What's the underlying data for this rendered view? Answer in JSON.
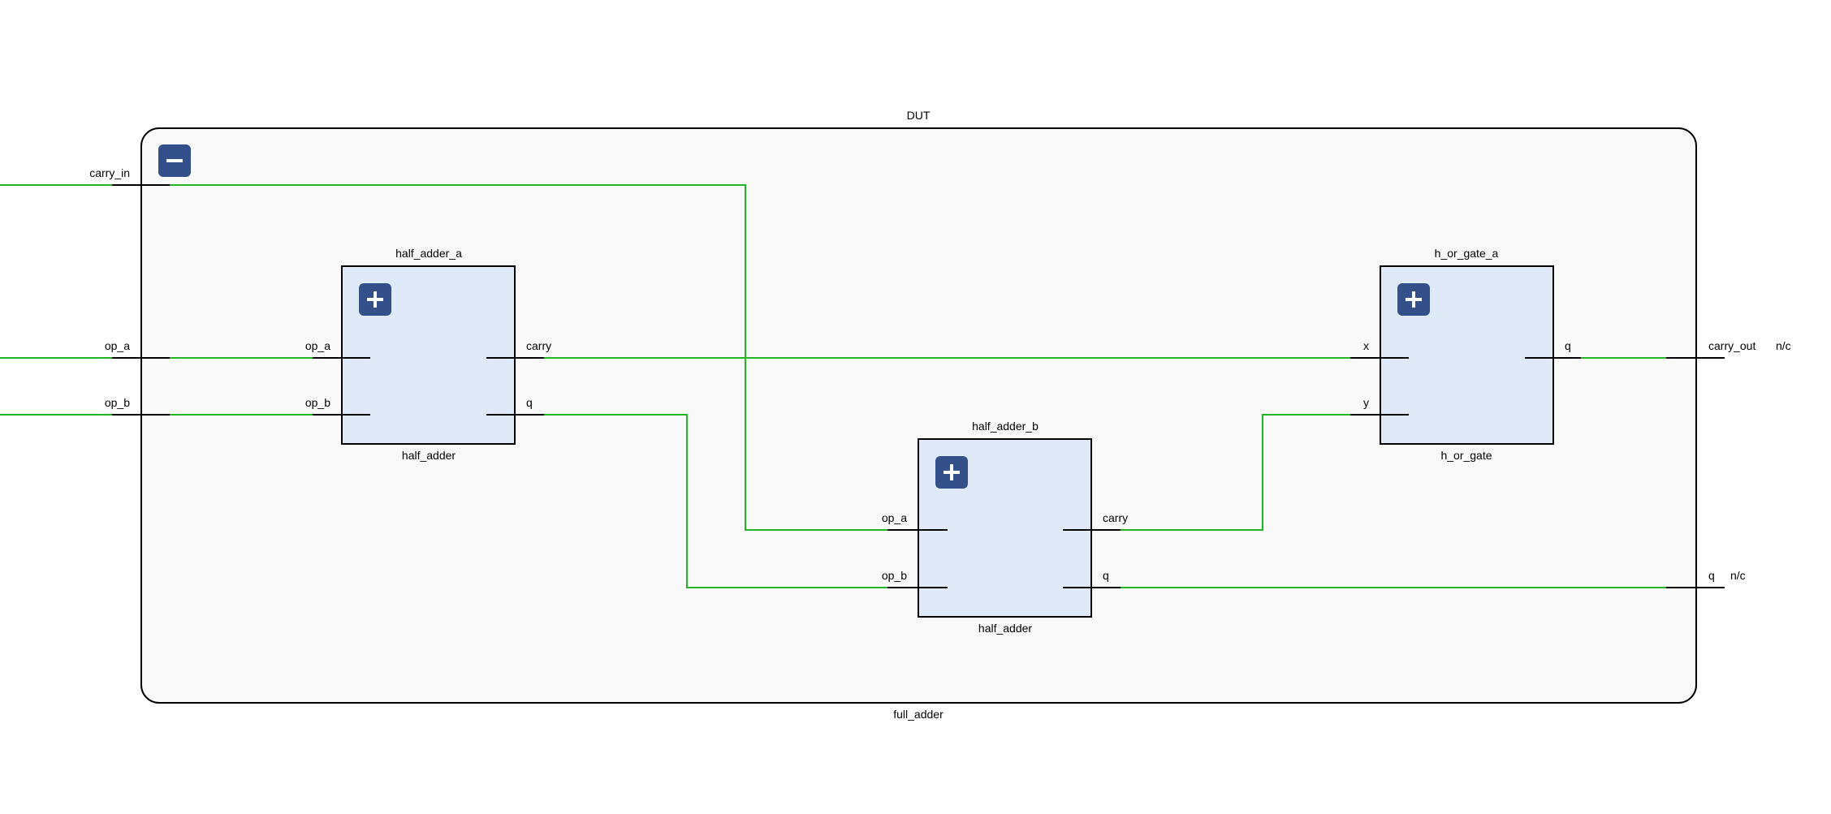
{
  "top": {
    "instance_name": "DUT",
    "module_name": "full_adder",
    "collapse_icon": "minus-icon",
    "ports": {
      "carry_in": "carry_in",
      "op_a": "op_a",
      "op_b": "op_b",
      "carry_out": "carry_out",
      "q": "q"
    },
    "nc_label": "n/c"
  },
  "blocks": {
    "half_adder_a": {
      "instance_name": "half_adder_a",
      "module_name": "half_adder",
      "expand_icon": "plus-icon",
      "ports": {
        "op_a": "op_a",
        "op_b": "op_b",
        "carry": "carry",
        "q": "q"
      }
    },
    "half_adder_b": {
      "instance_name": "half_adder_b",
      "module_name": "half_adder",
      "expand_icon": "plus-icon",
      "ports": {
        "op_a": "op_a",
        "op_b": "op_b",
        "carry": "carry",
        "q": "q"
      }
    },
    "h_or_gate_a": {
      "instance_name": "h_or_gate_a",
      "module_name": "h_or_gate",
      "expand_icon": "plus-icon",
      "ports": {
        "x": "x",
        "y": "y",
        "q": "q"
      }
    }
  },
  "colors": {
    "wire": "#22b422",
    "block_fill": "#dfe9f7",
    "container_fill": "#f9f9f9",
    "button": "#33508a"
  }
}
